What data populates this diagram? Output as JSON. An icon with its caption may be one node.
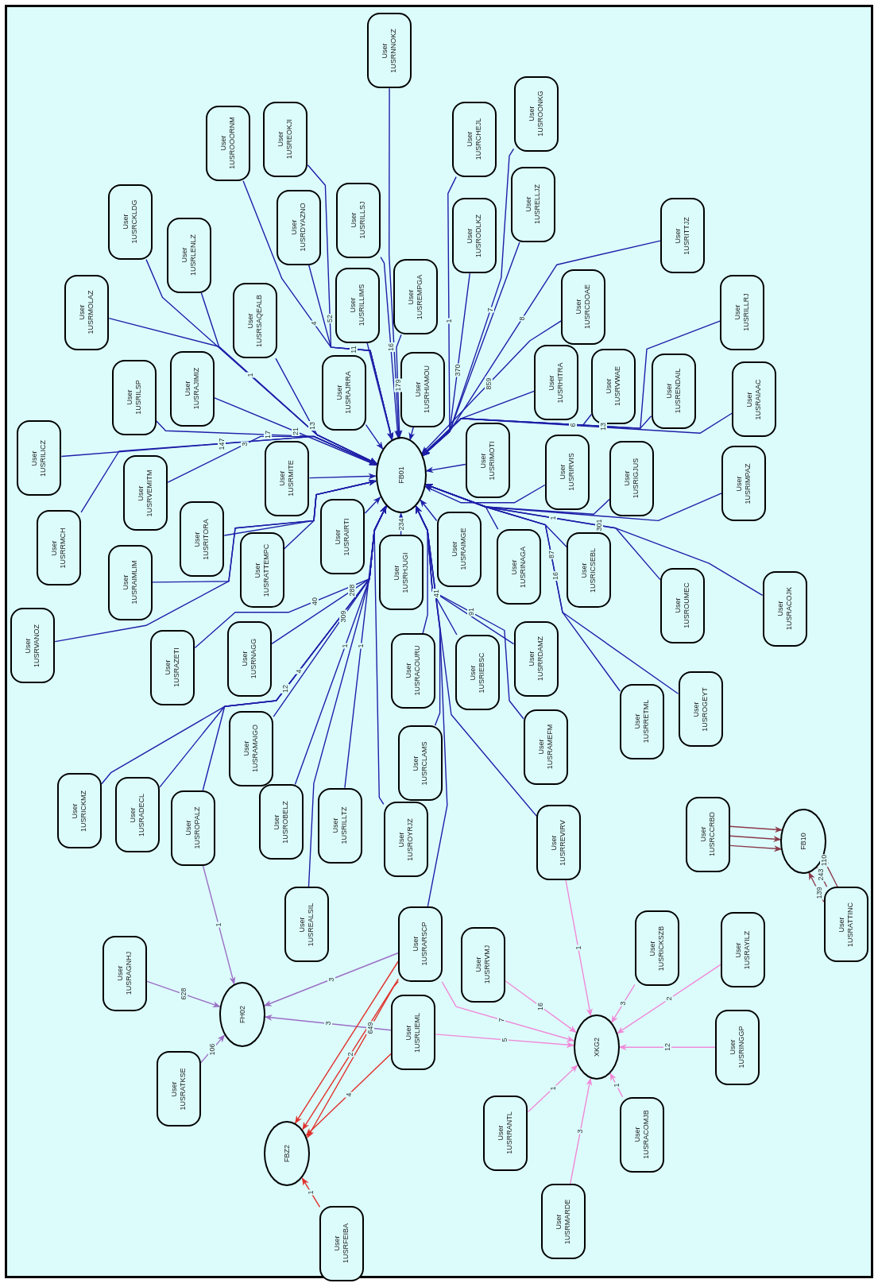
{
  "diagram": {
    "nodes": [
      {
        "text": [
          "User",
          "1USRNNOKZ"
        ]
      },
      {
        "text": [
          "User",
          "1USROONKG"
        ]
      },
      {
        "text": [
          "User",
          "1USRCHEJL"
        ]
      },
      {
        "text": [
          "User",
          "1USREOKJI"
        ]
      },
      {
        "text": [
          "User",
          "1USROOORNM"
        ]
      },
      {
        "text": [
          "User",
          "1USRELLJZ"
        ]
      },
      {
        "text": [
          "User",
          "1USRILLSJ"
        ]
      },
      {
        "text": [
          "User",
          "1USRCKLDG"
        ]
      },
      {
        "text": [
          "User",
          "1USRDYAZNO"
        ]
      },
      {
        "text": [
          "User",
          "1USRODLKZ"
        ]
      },
      {
        "text": [
          "User",
          "1USRITTJZ"
        ]
      },
      {
        "text": [
          "User",
          "1USRLENLZ"
        ]
      },
      {
        "text": [
          "User",
          "1USREMPGA"
        ]
      },
      {
        "text": [
          "User",
          "1USRILLIMS"
        ]
      },
      {
        "text": [
          "User",
          "1USRCDOAE"
        ]
      },
      {
        "text": [
          "User",
          "1USRMOLAZ"
        ]
      },
      {
        "text": [
          "User",
          "1USRILLRJ"
        ]
      },
      {
        "text": [
          "User",
          "1USRSAQEALB"
        ]
      },
      {
        "text": [
          "User",
          "1USRHIAMOU"
        ]
      },
      {
        "text": [
          "User",
          "1USRAJIMIZ"
        ]
      },
      {
        "text": [
          "User",
          "1USRAJRRA"
        ]
      },
      {
        "text": [
          "User",
          "1USRHITRA"
        ]
      },
      {
        "text": [
          "User",
          "1USRVWAE"
        ]
      },
      {
        "text": [
          "User",
          "1USRENDAIL"
        ]
      },
      {
        "text": [
          "User",
          "1USRILSP"
        ]
      },
      {
        "text": [
          "User",
          "1USRAIAAC"
        ]
      },
      {
        "text": [
          "User",
          "1USRILICZ"
        ]
      },
      {
        "text": [
          "User",
          "1USRIMOTI"
        ]
      },
      {
        "text": [
          "User",
          "1USRIRVIS"
        ]
      },
      {
        "text": [
          "FB01"
        ]
      },
      {
        "text": [
          "User",
          "1USRMITE"
        ]
      },
      {
        "text": [
          "User",
          "1USRIGJUS"
        ]
      },
      {
        "text": [
          "User",
          "1USRIMPAZ"
        ]
      },
      {
        "text": [
          "User",
          "1USRVEMITM"
        ]
      },
      {
        "text": [
          "User",
          "1USRAIRTI"
        ]
      },
      {
        "text": [
          "User",
          "1USRITORA"
        ]
      },
      {
        "text": [
          "User",
          "1USRRMCH"
        ]
      },
      {
        "text": [
          "User",
          "1USRAIMGE"
        ]
      },
      {
        "text": [
          "User",
          "1USRINAGA"
        ]
      },
      {
        "text": [
          "User",
          "1USRATTEMPC"
        ]
      },
      {
        "text": [
          "User",
          "1USRICSEBL"
        ]
      },
      {
        "text": [
          "User",
          "1USRHJUGI"
        ]
      },
      {
        "text": [
          "User",
          "1USRAIMLIM"
        ]
      },
      {
        "text": [
          "User",
          "1USROUMEC"
        ]
      },
      {
        "text": [
          "User",
          "1USRACOJK"
        ]
      },
      {
        "text": [
          "User",
          "1USRVANOZ"
        ]
      },
      {
        "text": [
          "User",
          "1USRRDAMZ"
        ]
      },
      {
        "text": [
          "User",
          "1USRNAGG"
        ]
      },
      {
        "text": [
          "User",
          "1USRAZETI"
        ]
      },
      {
        "text": [
          "User",
          "1USRACOURU"
        ]
      },
      {
        "text": [
          "User",
          "1USRIEBSC"
        ]
      },
      {
        "text": [
          "User",
          "1USROGEYT"
        ]
      },
      {
        "text": [
          "User",
          "1USRRETML"
        ]
      },
      {
        "text": [
          "User",
          "1USRAMEFM"
        ]
      },
      {
        "text": [
          "User",
          "1USRAMAIGO"
        ]
      },
      {
        "text": [
          "User",
          "1USRCLAMS"
        ]
      },
      {
        "text": [
          "User",
          "1USRICKMZ"
        ]
      },
      {
        "text": [
          "User",
          "1USRADECL"
        ]
      },
      {
        "text": [
          "User",
          "1USROBELZ"
        ]
      },
      {
        "text": [
          "User",
          "1USRILLTZ"
        ]
      },
      {
        "text": [
          "User",
          "1USROPALZ"
        ]
      },
      {
        "text": [
          "User",
          "1USRCCRBD"
        ]
      },
      {
        "text": [
          "User",
          "1USROYRJZ"
        ]
      },
      {
        "text": [
          "FB10"
        ]
      },
      {
        "text": [
          "User",
          "1USRREVIRV"
        ]
      },
      {
        "text": [
          "User",
          "1USRATTINC"
        ]
      },
      {
        "text": [
          "User",
          "1USREALSIL"
        ]
      },
      {
        "text": [
          "User",
          "1USRARSCP"
        ]
      },
      {
        "text": [
          "User",
          "1USRICKSZB"
        ]
      },
      {
        "text": [
          "User",
          "1USRAYILZ"
        ]
      },
      {
        "text": [
          "User",
          "1USRRVMJ"
        ]
      },
      {
        "text": [
          "User",
          "1USRAGNHJ"
        ]
      },
      {
        "text": [
          "FH02"
        ]
      },
      {
        "text": [
          "User",
          "1USRLIEML"
        ]
      },
      {
        "text": [
          "XKG2"
        ]
      },
      {
        "text": [
          "User",
          "1USRINGGP"
        ]
      },
      {
        "text": [
          "User",
          "1USRATKSE"
        ]
      },
      {
        "text": [
          "User",
          "1USRRANTL"
        ]
      },
      {
        "text": [
          "User",
          "1USRACOMJB"
        ]
      },
      {
        "text": [
          "FBZ2"
        ]
      },
      {
        "text": [
          "User",
          "1USRMARDE"
        ]
      },
      {
        "text": [
          "User",
          "1USRFEIBA"
        ]
      }
    ],
    "edges": [
      {
        "from": 0,
        "to": 29,
        "arrow": "to"
      },
      {
        "from": 1,
        "to": 29,
        "arrow": "to",
        "label": "7"
      },
      {
        "from": 2,
        "to": 29,
        "arrow": "to",
        "label": "1"
      },
      {
        "from": 3,
        "to": 29,
        "arrow": "to",
        "label": "52"
      },
      {
        "from": 4,
        "to": 29,
        "arrow": "to",
        "label": "4"
      },
      {
        "from": 5,
        "to": 29,
        "arrow": "to"
      },
      {
        "from": 6,
        "to": 29,
        "arrow": "to",
        "label": "16"
      },
      {
        "from": 7,
        "to": 29,
        "arrow": "to"
      },
      {
        "from": 8,
        "to": 29,
        "arrow": "to",
        "label": "11"
      },
      {
        "from": 9,
        "to": 29,
        "arrow": "to",
        "label": "370"
      },
      {
        "from": 10,
        "to": 29,
        "arrow": "to",
        "label": "8"
      },
      {
        "from": 11,
        "to": 29,
        "arrow": "to"
      },
      {
        "from": 12,
        "to": 29,
        "arrow": "to",
        "label": "179"
      },
      {
        "from": 13,
        "to": 29,
        "arrow": "to"
      },
      {
        "from": 14,
        "to": 29,
        "arrow": "to",
        "label": "859"
      },
      {
        "from": 15,
        "to": 29,
        "arrow": "to",
        "label": "1"
      },
      {
        "from": 16,
        "to": 29,
        "arrow": "to",
        "label": "13"
      },
      {
        "from": 17,
        "to": 29,
        "arrow": "to",
        "label": "13"
      },
      {
        "from": 18,
        "to": 29,
        "arrow": "to"
      },
      {
        "from": 19,
        "to": 29,
        "arrow": "to",
        "label": "21"
      },
      {
        "from": 20,
        "to": 29,
        "arrow": "to"
      },
      {
        "from": 21,
        "to": 29,
        "arrow": "to"
      },
      {
        "from": 22,
        "to": 29,
        "arrow": "to"
      },
      {
        "from": 23,
        "to": 29,
        "arrow": "to"
      },
      {
        "from": 24,
        "to": 29,
        "arrow": "to",
        "label": "17"
      },
      {
        "from": 25,
        "to": 29,
        "arrow": "to",
        "label": "6"
      },
      {
        "from": 26,
        "to": 29,
        "arrow": "to",
        "label": "147"
      },
      {
        "from": 27,
        "to": 29,
        "arrow": "to"
      },
      {
        "from": 28,
        "to": 29,
        "arrow": "to"
      },
      {
        "from": 30,
        "to": 29,
        "arrow": "to"
      },
      {
        "from": 31,
        "to": 29,
        "arrow": "to"
      },
      {
        "from": 32,
        "to": 29,
        "arrow": "to"
      },
      {
        "from": 33,
        "to": 29,
        "arrow": "to",
        "label": "3"
      },
      {
        "from": 34,
        "to": 29,
        "arrow": "to"
      },
      {
        "from": 35,
        "to": 29,
        "arrow": "to"
      },
      {
        "from": 36,
        "to": 29,
        "arrow": "to"
      },
      {
        "from": 37,
        "to": 29,
        "arrow": "to"
      },
      {
        "from": 38,
        "to": 29,
        "arrow": "to"
      },
      {
        "from": 39,
        "to": 29,
        "arrow": "to"
      },
      {
        "from": 40,
        "to": 29,
        "arrow": "to"
      },
      {
        "from": 41,
        "to": 29,
        "arrow": "to",
        "label": "234"
      },
      {
        "from": 42,
        "to": 29,
        "arrow": "to"
      },
      {
        "from": 43,
        "to": 29,
        "arrow": "to",
        "label": "1"
      },
      {
        "from": 44,
        "to": 29,
        "arrow": "to",
        "label": "301"
      },
      {
        "from": 45,
        "to": 29,
        "arrow": "to"
      },
      {
        "from": 46,
        "to": 29,
        "arrow": "to",
        "label": "41"
      },
      {
        "from": 47,
        "to": 29,
        "arrow": "to",
        "label": "288"
      },
      {
        "from": 48,
        "to": 29,
        "arrow": "to",
        "label": "40"
      },
      {
        "from": 49,
        "to": 29,
        "arrow": "to"
      },
      {
        "from": 50,
        "to": 29,
        "arrow": "to"
      },
      {
        "from": 51,
        "to": 29,
        "arrow": "to",
        "label": "16"
      },
      {
        "from": 52,
        "to": 29,
        "arrow": "to",
        "label": "87"
      },
      {
        "from": 53,
        "to": 29,
        "arrow": "to",
        "label": "91"
      },
      {
        "from": 54,
        "to": 29,
        "arrow": "to",
        "label": "309"
      },
      {
        "from": 55,
        "to": 29,
        "arrow": "to"
      },
      {
        "from": 56,
        "to": 29,
        "arrow": "to",
        "label": "12"
      },
      {
        "from": 57,
        "to": 29,
        "arrow": "to",
        "label": "4"
      },
      {
        "from": 58,
        "to": 29,
        "arrow": "to",
        "label": "1"
      },
      {
        "from": 59,
        "to": 29,
        "arrow": "to",
        "label": "1"
      },
      {
        "from": 60,
        "to": 29,
        "arrow": "to"
      },
      {
        "from": 62,
        "to": 29,
        "arrow": "to"
      },
      {
        "from": 64,
        "to": 29,
        "arrow": "to"
      },
      {
        "from": 66,
        "to": 29,
        "arrow": "to"
      },
      {
        "from": 67,
        "to": 29,
        "arrow": "to"
      },
      {
        "from": 60,
        "to": 72,
        "arrow": "to",
        "label": "1",
        "color": "#9b6fc4"
      },
      {
        "from": 71,
        "to": 72,
        "arrow": "to",
        "label": "628",
        "color": "#9b6fc4"
      },
      {
        "from": 76,
        "to": 72,
        "arrow": "to",
        "label": "106",
        "color": "#9b6fc4"
      },
      {
        "from": 67,
        "to": 72,
        "arrow": "to",
        "label": "3",
        "color": "#9b6fc4"
      },
      {
        "from": 73,
        "to": 72,
        "arrow": "to",
        "label": "3",
        "color": "#9b6fc4"
      },
      {
        "from": 67,
        "to": 79,
        "arrow": "to",
        "label": "649",
        "color": "#e0302a"
      },
      {
        "from": 67,
        "to": 79,
        "arrow": "to",
        "label": "2",
        "color": "#e0302a"
      },
      {
        "from": 67,
        "to": 79,
        "arrow": "to",
        "color": "#e0302a"
      },
      {
        "from": 73,
        "to": 79,
        "arrow": "to",
        "label": "4",
        "color": "#e0302a"
      },
      {
        "from": 81,
        "to": 79,
        "arrow": "to",
        "label": "1",
        "color": "#e0302a"
      },
      {
        "from": 64,
        "to": 74,
        "arrow": "to",
        "label": "1",
        "color": "#f08ad8"
      },
      {
        "from": 70,
        "to": 74,
        "arrow": "to",
        "label": "16",
        "color": "#f08ad8"
      },
      {
        "from": 67,
        "to": 74,
        "arrow": "to",
        "label": "7",
        "color": "#f08ad8"
      },
      {
        "from": 73,
        "to": 74,
        "arrow": "to",
        "label": "5",
        "color": "#f08ad8"
      },
      {
        "from": 68,
        "to": 74,
        "arrow": "to",
        "label": "3",
        "color": "#f08ad8"
      },
      {
        "from": 69,
        "to": 74,
        "arrow": "to",
        "label": "2",
        "color": "#f08ad8"
      },
      {
        "from": 75,
        "to": 74,
        "arrow": "to",
        "label": "12",
        "color": "#f08ad8"
      },
      {
        "from": 78,
        "to": 74,
        "arrow": "to",
        "label": "1",
        "color": "#f08ad8"
      },
      {
        "from": 77,
        "to": 74,
        "arrow": "to",
        "label": "1",
        "color": "#f08ad8"
      },
      {
        "from": 80,
        "to": 74,
        "arrow": "to",
        "label": "3",
        "color": "#f08ad8"
      },
      {
        "from": 61,
        "to": 63,
        "arrow": "to",
        "color": "#8a3a4a"
      },
      {
        "from": 61,
        "to": 63,
        "arrow": "to",
        "color": "#8a3a4a"
      },
      {
        "from": 61,
        "to": 63,
        "arrow": "to",
        "color": "#8a3a4a"
      },
      {
        "from": 65,
        "to": 63,
        "arrow": "to",
        "label": "139",
        "color": "#8a3a4a"
      },
      {
        "from": 65,
        "to": 63,
        "arrow": "to",
        "label": "243",
        "color": "#8a3a4a"
      },
      {
        "from": 65,
        "to": 63,
        "arrow": "to",
        "label": "110",
        "color": "#8a3a4a"
      }
    ]
  }
}
